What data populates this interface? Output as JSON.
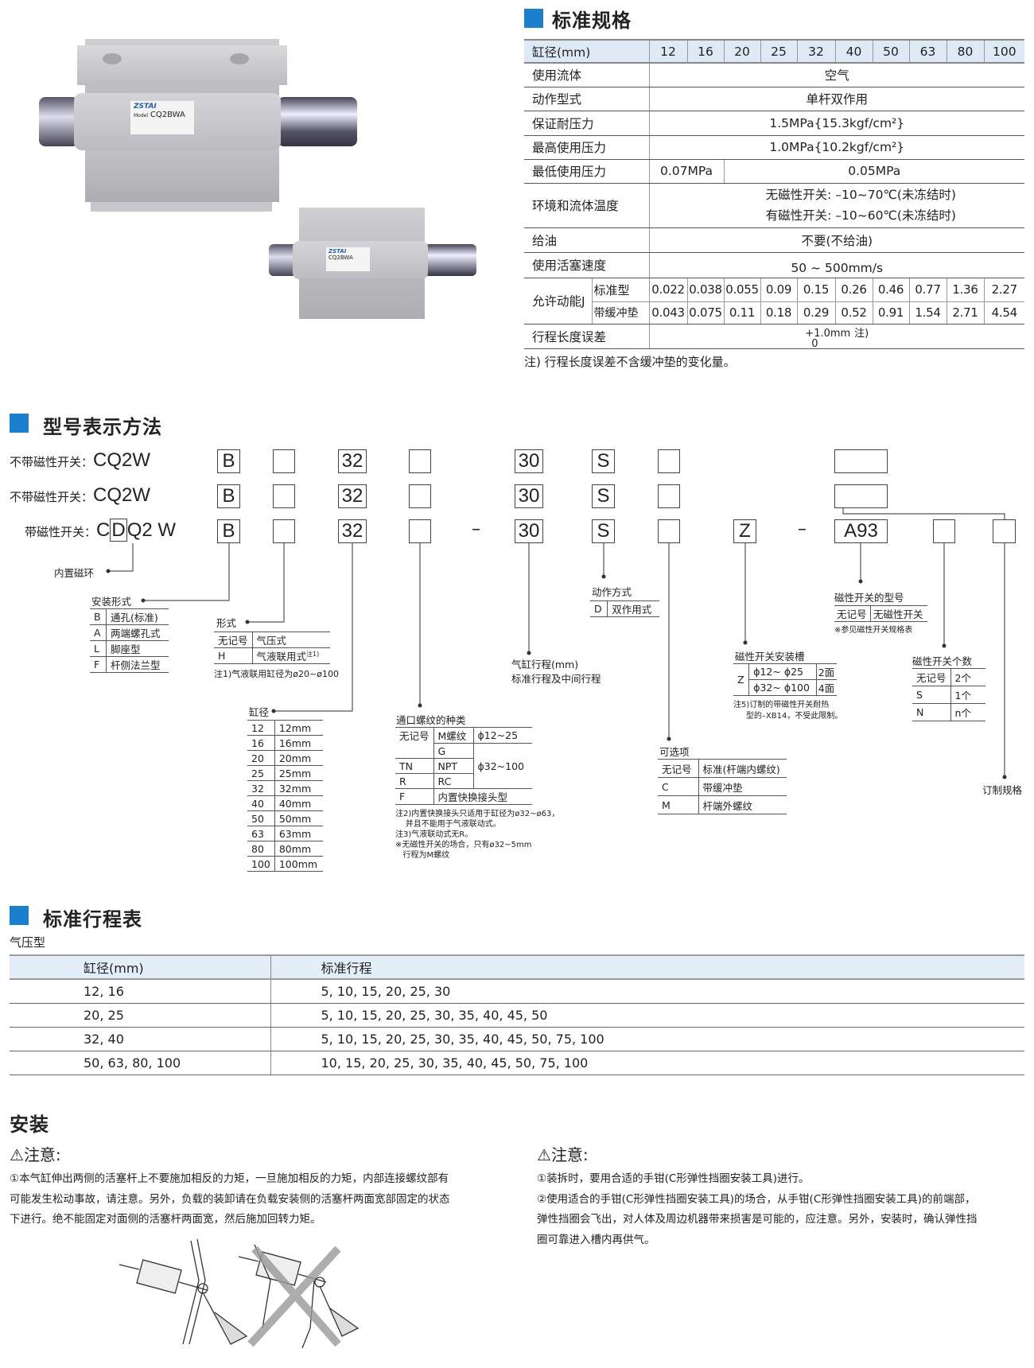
{
  "product": {
    "brand": "ZSTAI",
    "model_label": "Model",
    "model": "CQ2BWA"
  },
  "spec": {
    "title": "标准规格",
    "header_label": "缸径(mm)",
    "bores": [
      "12",
      "16",
      "20",
      "25",
      "32",
      "40",
      "50",
      "63",
      "80",
      "100"
    ],
    "rows": {
      "fluid": {
        "label": "使用流体",
        "value": "空气"
      },
      "action": {
        "label": "动作型式",
        "value": "单杆双作用"
      },
      "proof": {
        "label": "保证耐压力",
        "value": "1.5MPa{15.3kgf/cm²}"
      },
      "max": {
        "label": "最高使用压力",
        "value": "1.0MPa{10.2kgf/cm²}"
      },
      "min": {
        "label": "最低使用压力",
        "value_12": "0.07MPa",
        "value_rest": "0.05MPa"
      },
      "temp": {
        "label": "环境和流体温度",
        "line1": "无磁性开关: –10~70℃(未冻结时)",
        "line2": "有磁性开关: –10~60℃(未冻结时)"
      },
      "lube": {
        "label": "给油",
        "value": "不要(不给油)"
      },
      "speed": {
        "label": "使用活塞速度",
        "value": "50 ~ 500mm/s"
      },
      "energy": {
        "label": "允许动能J",
        "std_label": "标准型",
        "std": [
          "0.022",
          "0.038",
          "0.055",
          "0.09",
          "0.15",
          "0.26",
          "0.46",
          "0.77",
          "1.36",
          "2.27"
        ],
        "cush_label": "带缓冲垫",
        "cush": [
          "0.043",
          "0.075",
          "0.11",
          "0.18",
          "0.29",
          "0.52",
          "0.91",
          "1.54",
          "2.71",
          "4.54"
        ]
      },
      "tolerance": {
        "label": "行程长度误差",
        "upper": "+1.0mm",
        "lower": "0",
        "note": "注)"
      }
    },
    "footnote": "注) 行程长度误差不含缓冲垫的变化量。"
  },
  "model": {
    "title": "型号表示方法",
    "row1_label": "不带磁性开关：",
    "row1_code": "CQ2W",
    "row2_label": "不带磁性开关：",
    "row2_code": "CQ2W",
    "row3_label": "带磁性开关：",
    "row3_code_c": "C",
    "row3_code_d": "D",
    "row3_code_rest": "Q2 W",
    "boxes": {
      "mount": "B",
      "bore": "32",
      "stroke": "30",
      "action": "S",
      "slot": "Z",
      "switch": "A93",
      "dash": "–"
    },
    "magnet_ring": "内置磁环",
    "mount": {
      "title": "安装形式",
      "rows": [
        [
          "B",
          "通孔(标准)"
        ],
        [
          "A",
          "两端螺孔式"
        ],
        [
          "L",
          "脚座型"
        ],
        [
          "F",
          "杆侧法兰型"
        ]
      ]
    },
    "form": {
      "title": "形式",
      "rows": [
        [
          "无记号",
          "气压式"
        ],
        [
          "H",
          "气液联用式"
        ]
      ],
      "sup": "注1)",
      "note": "注1)气液联用缸径为ø20~ø100"
    },
    "bore": {
      "title": "缸径",
      "rows": [
        [
          "12",
          "12mm"
        ],
        [
          "16",
          "16mm"
        ],
        [
          "20",
          "20mm"
        ],
        [
          "25",
          "25mm"
        ],
        [
          "32",
          "32mm"
        ],
        [
          "40",
          "40mm"
        ],
        [
          "50",
          "50mm"
        ],
        [
          "63",
          "63mm"
        ],
        [
          "80",
          "80mm"
        ],
        [
          "100",
          "100mm"
        ]
      ]
    },
    "port": {
      "title": "通口螺纹的种类",
      "r1": [
        "无记号",
        "M螺纹",
        "ϕ12~25"
      ],
      "r2": "G",
      "r3": [
        "TN",
        "NPT"
      ],
      "r4": [
        "R",
        "RC"
      ],
      "range2": "ϕ32~100",
      "r5": [
        "F",
        "内置快换接头型"
      ],
      "notes": [
        "注2)内置快换接头只适用于缸径为ø32~ø63，",
        "    并且不能用于气液联动式。",
        "注3)气液联动式无R。",
        "※无磁性开关的场合，只有ø32~5mm",
        "   行程为M螺纹"
      ]
    },
    "stroke": {
      "line1": "气缸行程(mm)",
      "line2": "标准行程及中间行程"
    },
    "action": {
      "title": "动作方式",
      "rows": [
        [
          "D",
          "双作用式"
        ]
      ]
    },
    "option": {
      "title": "可选项",
      "rows": [
        [
          "无记号",
          "标准(杆端内螺纹)"
        ],
        [
          "C",
          "带缓冲垫"
        ],
        [
          "M",
          "杆端外螺纹"
        ]
      ]
    },
    "slot": {
      "title": "磁性开关安装槽",
      "key": "Z",
      "rows": [
        [
          "ϕ12~ ϕ25",
          "2面"
        ],
        [
          "ϕ32~ ϕ100",
          "4面"
        ]
      ],
      "notes": [
        "注5)订制的带磁性开关耐热",
        "     型的–XB14，不受此限制。"
      ]
    },
    "switch": {
      "title": "磁性开关的型号",
      "rows": [
        [
          "无记号",
          "无磁性开关"
        ]
      ],
      "note": "※参见磁性开关规格表"
    },
    "count": {
      "title": "磁性开关个数",
      "rows": [
        [
          "无记号",
          "2个"
        ],
        [
          "S",
          "1个"
        ],
        [
          "N",
          "n个"
        ]
      ]
    },
    "custom": "订制规格"
  },
  "stroke_table": {
    "title": "标准行程表",
    "subtitle": "气压型",
    "headers": [
      "缸径(mm)",
      "标准行程"
    ],
    "rows": [
      [
        "12, 16",
        "5, 10, 15, 20, 25, 30"
      ],
      [
        "20, 25",
        "5, 10, 15, 20, 25, 30, 35, 40, 45, 50"
      ],
      [
        "32, 40",
        "5, 10, 15, 20, 25, 30, 35, 40, 45, 50, 75, 100"
      ],
      [
        "50, 63, 80, 100",
        "10, 15, 20, 25, 30, 35, 40, 45, 50, 75, 100"
      ]
    ]
  },
  "install": {
    "title": "安装",
    "caution": "注意:",
    "left": [
      "①本气缸伸出两侧的活塞杆上不要施加相反的力矩，一旦施加相反的力矩，内部连接螺纹部有",
      "可能发生松动事故，请注意。另外，负载的装卸请在负载安装侧的活塞杆两面宽部固定的状态",
      "下进行。绝不能固定对面侧的活塞杆两面宽，然后施加回转力矩。"
    ],
    "right": [
      "①装拆时，要用合适的手钳(C形弹性挡圈安装工具)进行。",
      "②使用适合的手钳(C形弹性挡圈安装工具)的场合，从手钳(C形弹性挡圈安装工具)的前端部，",
      "弹性挡圈会飞出，对人体及周边机器带来损害是可能的，应注意。另外，安装时，确认弹性挡",
      "圈可靠进入槽内再供气。"
    ]
  }
}
